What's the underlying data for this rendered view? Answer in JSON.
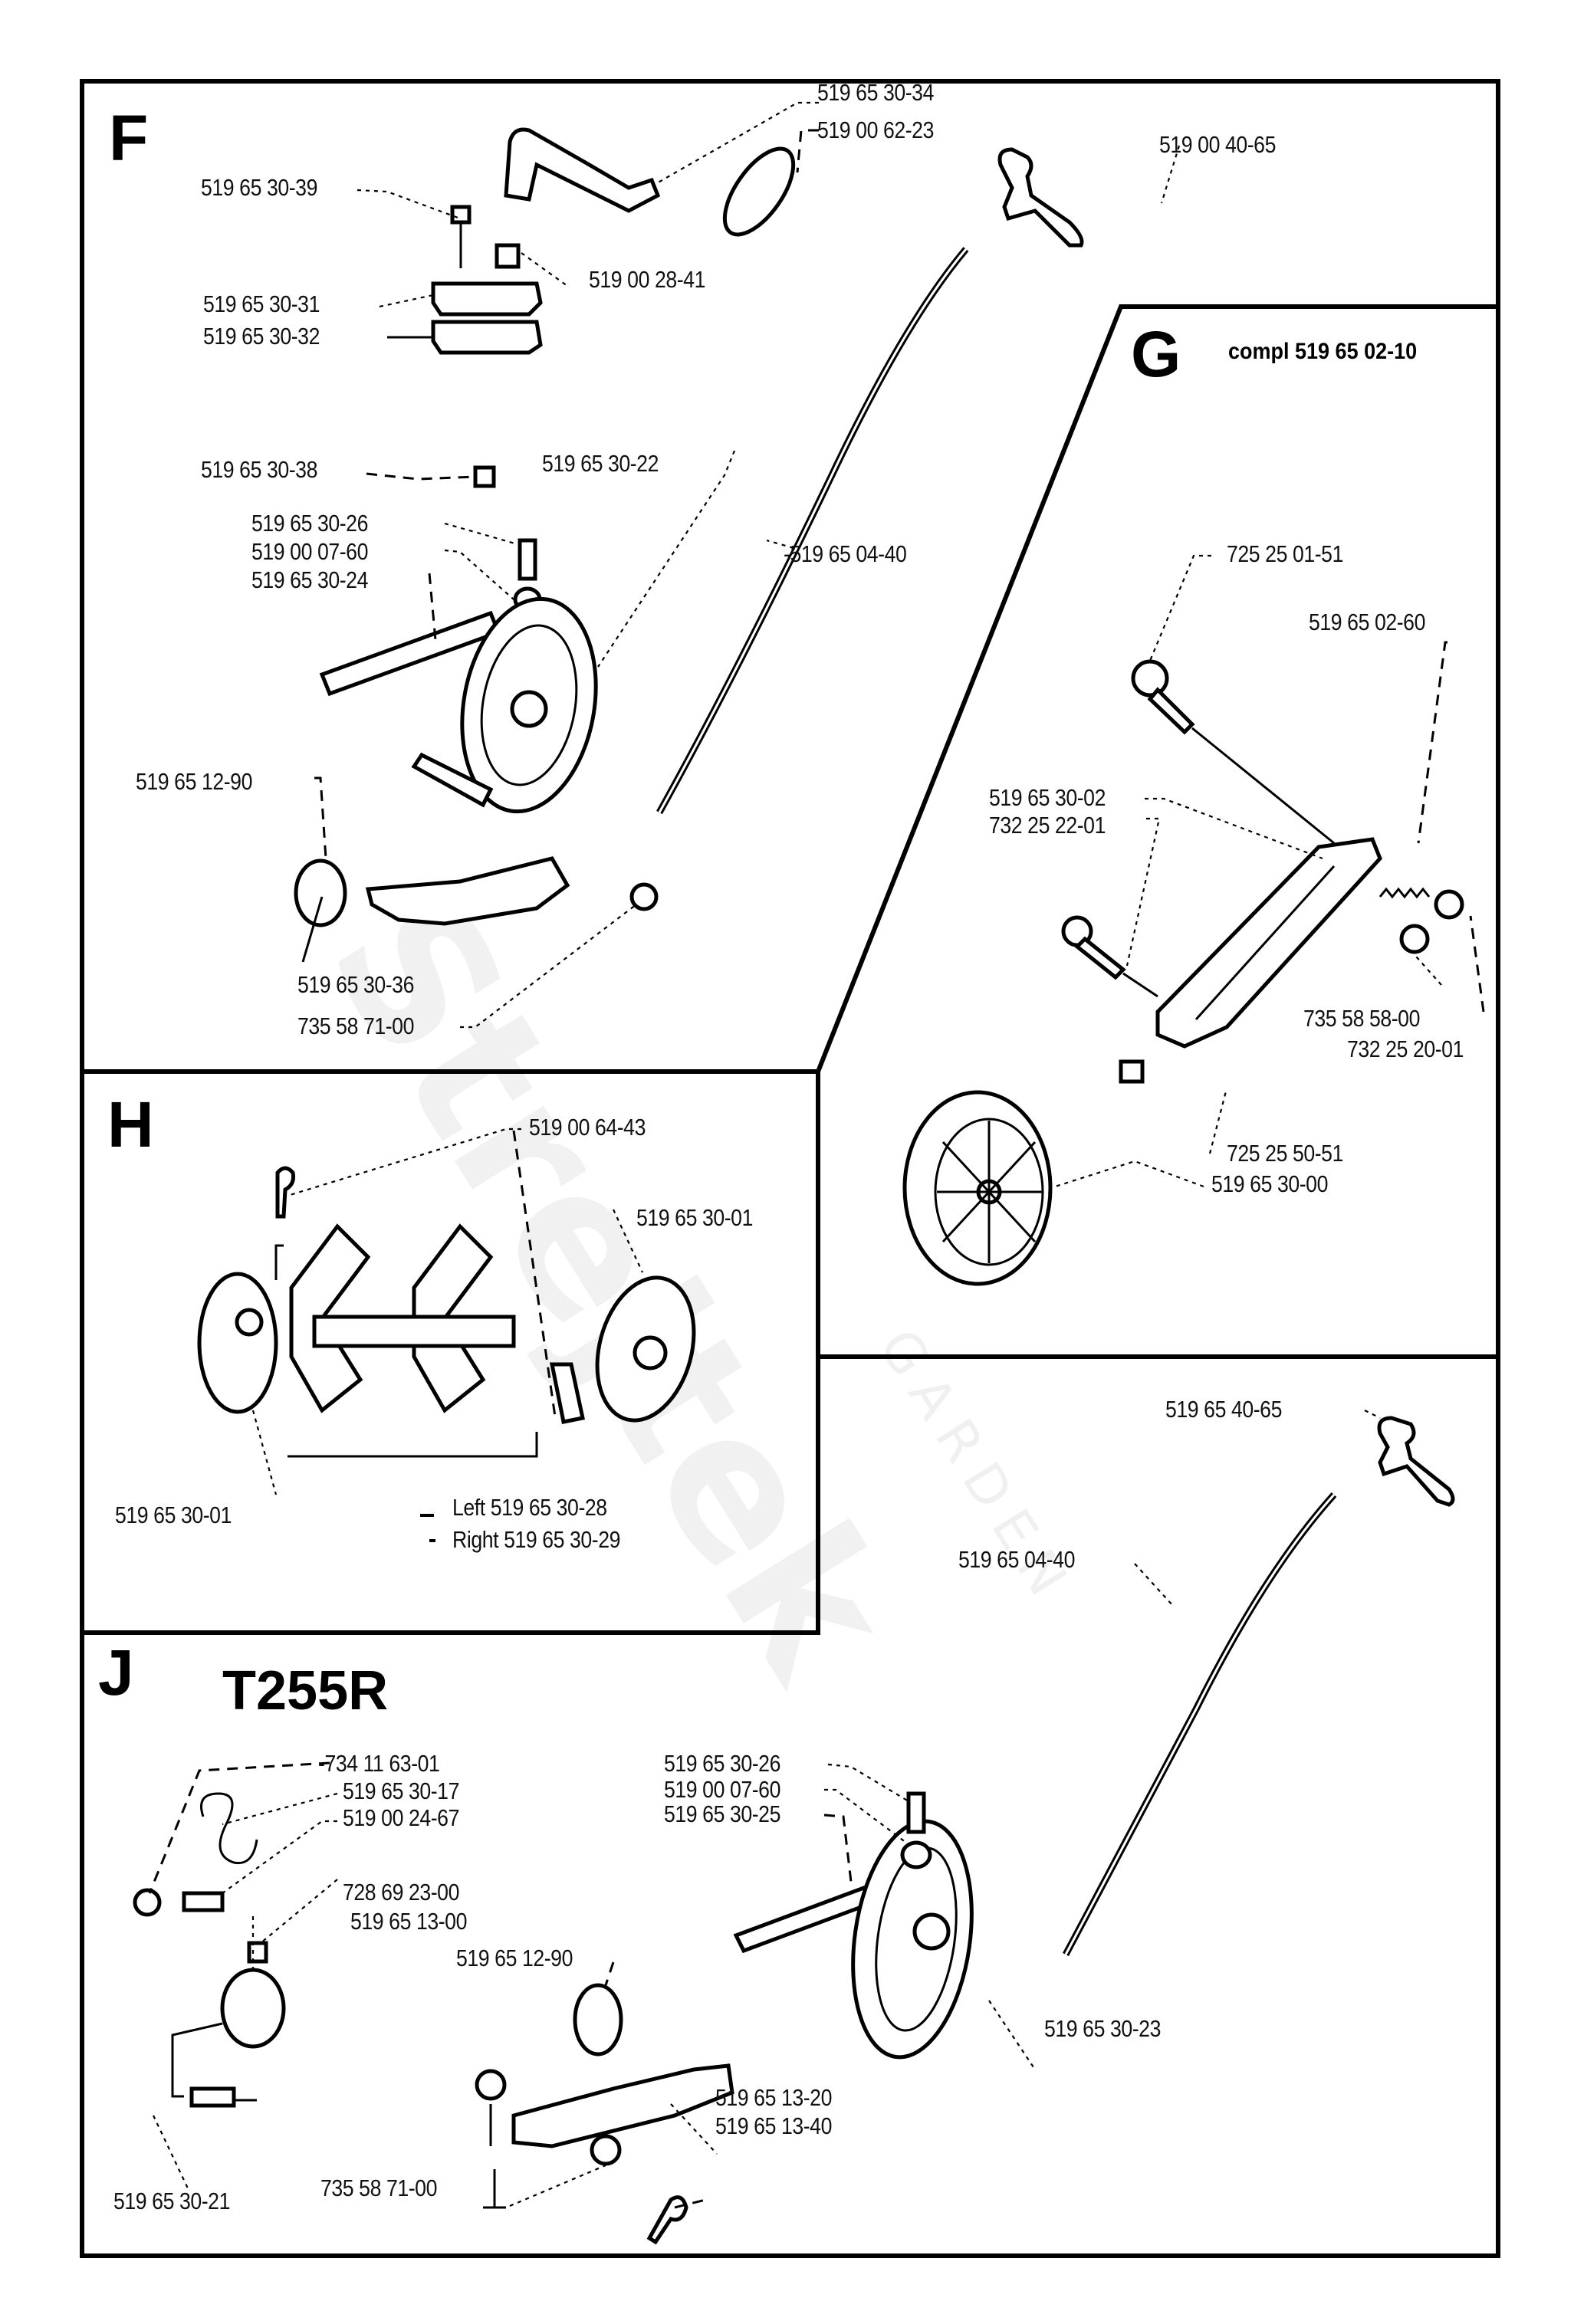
{
  "watermark": {
    "brand": "Strejtek",
    "sub": "GARDEN"
  },
  "sections": {
    "F": {
      "letter": "F",
      "labels": {
        "p519_65_30_34": "519 65 30-34",
        "p519_00_62_23": "519 00 62-23",
        "p519_00_40_65": "519 00 40-65",
        "p519_65_30_39": "519 65 30-39",
        "p519_00_28_41": "519 00 28-41",
        "p519_65_30_31": "519 65 30-31",
        "p519_65_30_32": "519 65 30-32",
        "p519_65_30_38": "519 65 30-38",
        "p519_65_30_22": "519 65 30-22",
        "p519_65_04_40": "-519 65 04-40",
        "p519_65_30_26": "519 65 30-26",
        "p519_00_07_60": "519 00 07-60",
        "p519_65_30_24": "519 65 30-24",
        "p519_65_12_90": "519 65 12-90",
        "p519_65_30_36": "519 65 30-36",
        "p735_58_71_00": "735 58 71-00"
      }
    },
    "G": {
      "letter": "G",
      "compl": "compl 519 65 02-10",
      "labels": {
        "p725_25_01_51": "725 25 01-51",
        "p519_65_02_60": "519 65 02-60",
        "p519_65_30_02": "519 65 30-02",
        "p732_25_22_01": "732 25 22-01",
        "p735_58_58_00": "735 58 58-00",
        "p732_25_20_01": "732 25 20-01",
        "p725_25_50_51": "725 25 50-51",
        "p519_65_30_00": "519 65 30-00"
      }
    },
    "H": {
      "letter": "H",
      "labels": {
        "p519_00_64_43": "519 00 64-43",
        "p519_65_30_01_right": "519 65 30-01",
        "p519_65_30_01_left": "519 65 30-01",
        "left_tine": "Left 519 65 30-28",
        "right_tine": "Right 519 65 30-29"
      }
    },
    "J": {
      "letter": "J",
      "model": "T255R",
      "labels": {
        "p519_65_40_65": "519 65 40-65",
        "p519_65_04_40": "519 65 04-40",
        "p734_11_63_01": "-734 11 63-01",
        "p519_65_30_17": "519 65 30-17",
        "p519_00_24_67": "519 00 24-67",
        "p728_69_23_00": "728 69 23-00",
        "p519_65_13_00": "519 65 13-00",
        "p519_65_12_90": "519 65 12-90",
        "p519_65_30_26": "519 65 30-26",
        "p519_00_07_60": "519 00 07-60",
        "p519_65_30_25": "519 65 30-25",
        "p519_65_30_23": "519 65 30-23",
        "p519_65_13_20": "519 65 13-20",
        "p519_65_13_40": "519 65 13-40",
        "p735_58_71_00": "735 58 71-00",
        "p519_65_30_21": "519 65 30-21"
      }
    }
  }
}
